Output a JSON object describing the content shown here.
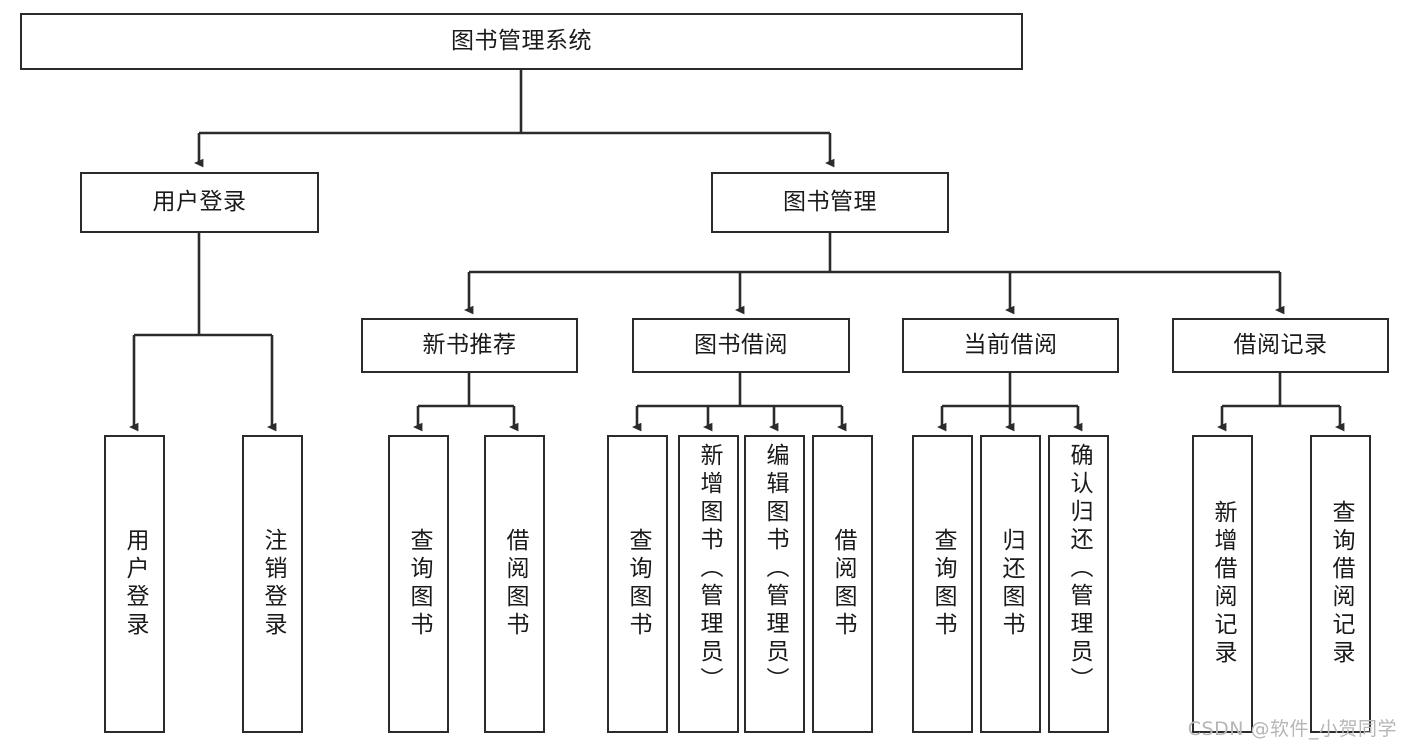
{
  "diagram": {
    "title": "图书管理系统",
    "type": "tree-hierarchy",
    "stroke_color": "#2b2b2b",
    "background_color": "#ffffff",
    "root": {
      "id": "root",
      "label": "图书管理系统"
    },
    "level2": [
      {
        "id": "user-login",
        "label": "用户登录"
      },
      {
        "id": "book-management",
        "label": "图书管理"
      }
    ],
    "level3": [
      {
        "id": "new-book-recommend",
        "label": "新书推荐"
      },
      {
        "id": "book-borrow",
        "label": "图书借阅"
      },
      {
        "id": "current-borrow",
        "label": "当前借阅"
      },
      {
        "id": "borrow-record",
        "label": "借阅记录"
      }
    ],
    "leaves": {
      "user_login": [
        {
          "id": "leaf-user-login",
          "label": "用户登录"
        },
        {
          "id": "leaf-logout",
          "label": "注销登录"
        }
      ],
      "new_book_recommend": [
        {
          "id": "leaf-query-book-1",
          "label": "查询图书"
        },
        {
          "id": "leaf-borrow-book-1",
          "label": "借阅图书"
        }
      ],
      "book_borrow": [
        {
          "id": "leaf-query-book-2",
          "label": "查询图书"
        },
        {
          "id": "leaf-add-book",
          "label": "新增图书（管理员）"
        },
        {
          "id": "leaf-edit-book",
          "label": "编辑图书（管理员）"
        },
        {
          "id": "leaf-borrow-book-2",
          "label": "借阅图书"
        }
      ],
      "current_borrow": [
        {
          "id": "leaf-query-book-3",
          "label": "查询图书"
        },
        {
          "id": "leaf-return-book",
          "label": "归还图书"
        },
        {
          "id": "leaf-confirm-return",
          "label": "确认归还（管理员）"
        }
      ],
      "borrow_record": [
        {
          "id": "leaf-add-record",
          "label": "新增借阅记录"
        },
        {
          "id": "leaf-query-record",
          "label": "查询借阅记录"
        }
      ]
    }
  },
  "watermark": {
    "text": "CSDN @软件_小贺同学"
  }
}
